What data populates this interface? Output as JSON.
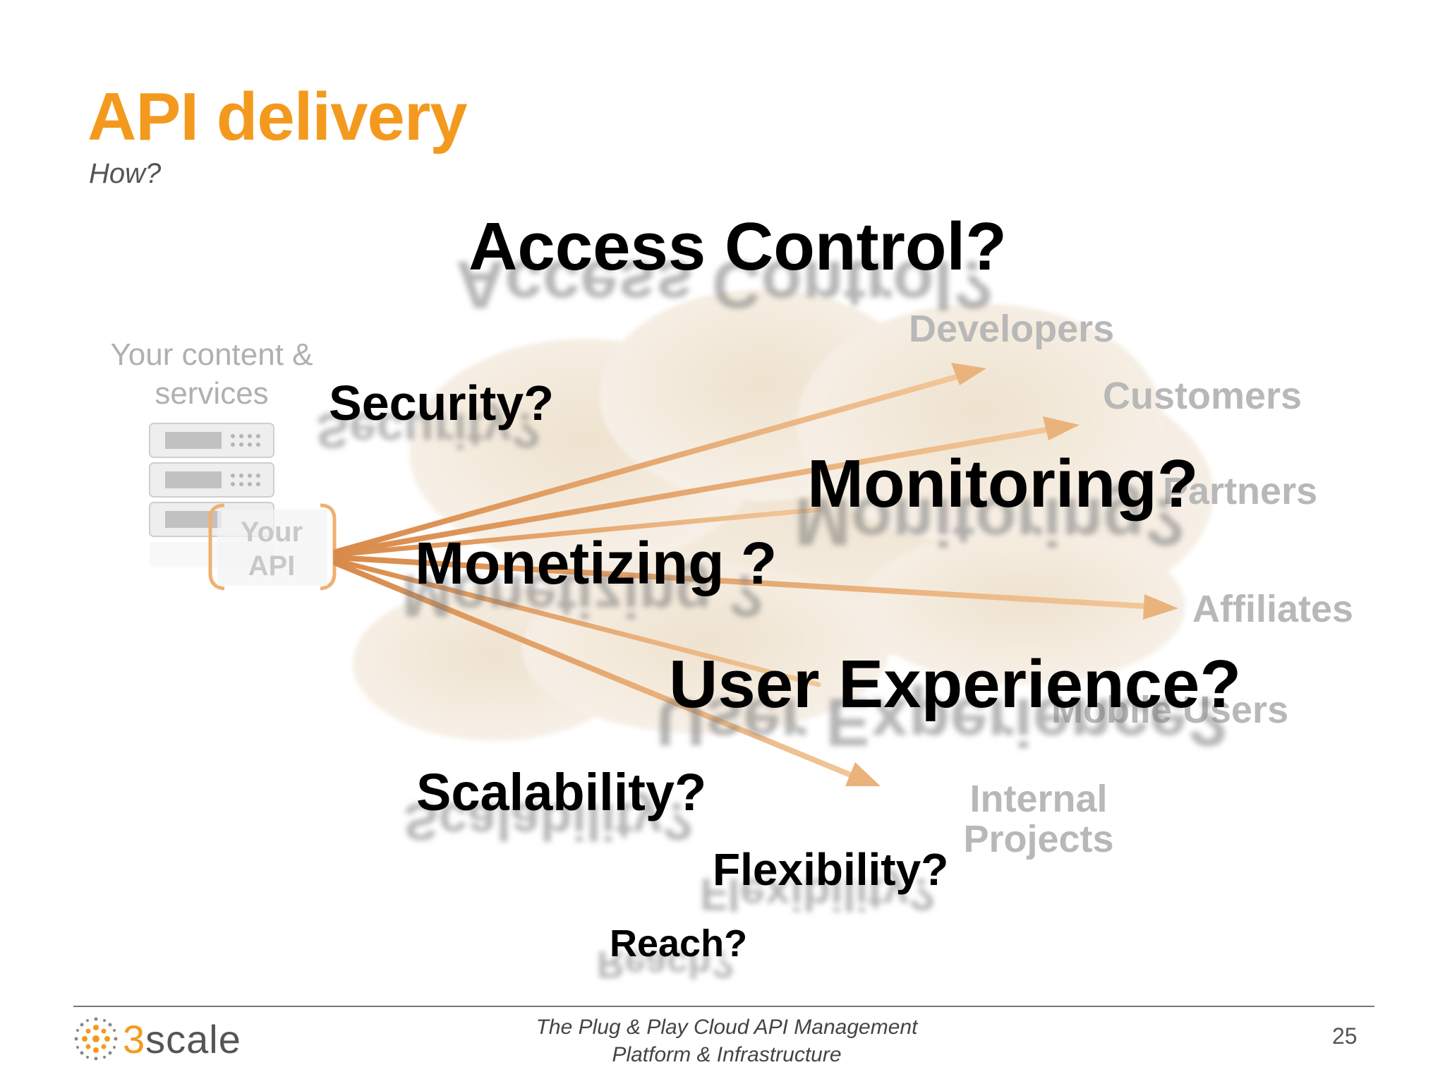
{
  "slide": {
    "title": "API delivery",
    "subtitle": "How?"
  },
  "source": {
    "label_line1": "Your content &",
    "label_line2": "services",
    "api_label_line1": "Your",
    "api_label_line2": "API"
  },
  "audiences": {
    "developers": "Developers",
    "customers": "Customers",
    "partners": "Partners",
    "affiliates": "Affiliates",
    "mobile_users": "Mobile Users",
    "internal_line1": "Internal",
    "internal_line2": "Projects"
  },
  "questions": {
    "access_control": "Access Control?",
    "security": "Security?",
    "monitoring": "Monitoring?",
    "monetizing": "Monetizing ?",
    "user_experience": "User Experience?",
    "scalability": "Scalability?",
    "flexibility": "Flexibility?",
    "reach": "Reach?"
  },
  "footer": {
    "tagline_line1": "The Plug & Play Cloud API Management",
    "tagline_line2": "Platform & Infrastructure",
    "page_number": "25",
    "logo_prefix": "3",
    "logo_text": "scale"
  },
  "colors": {
    "accent": "#f39a1e",
    "arrow": "#e8a868",
    "cloud": "#f1e6d6"
  },
  "icons": {
    "server": "server-stack-icon",
    "cloud": "cloud-icon",
    "logo": "3scale-logo-icon"
  }
}
